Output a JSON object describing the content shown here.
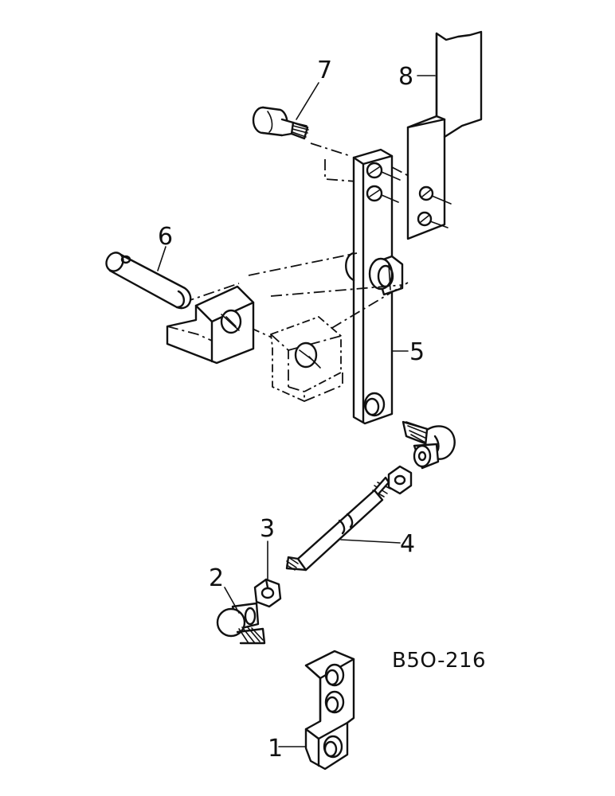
{
  "callouts": {
    "c1": "1",
    "c2": "2",
    "c3": "3",
    "c4": "4",
    "c5": "5",
    "c6": "6",
    "c7": "7",
    "c8": "8"
  },
  "drawing_code": "B5O-216"
}
